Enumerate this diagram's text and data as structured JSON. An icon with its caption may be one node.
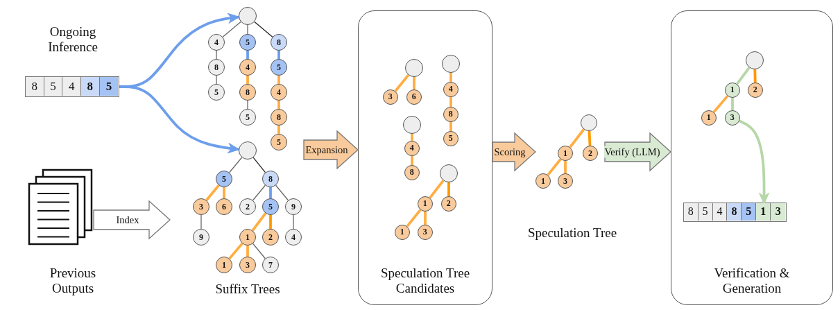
{
  "diagram": {
    "nodes": [
      {
        "text": [],
        "shape": "bar"
      },
      {
        "text": [
          "8"
        ],
        "in": 0
      },
      {
        "text": [
          "5"
        ],
        "in": 0
      },
      {
        "text": [
          "4"
        ],
        "in": 0
      },
      {
        "text": [
          "8"
        ],
        "in": 0
      },
      {
        "text": [
          "5"
        ],
        "in": 0
      },
      {
        "text": [],
        "shape": "box"
      },
      {
        "text": [],
        "shape": "circle"
      },
      {
        "text": [
          "4"
        ]
      },
      {
        "text": [
          "8"
        ]
      },
      {
        "text": [
          "5"
        ]
      },
      {
        "text": [
          "5"
        ]
      },
      {
        "text": [
          "4"
        ]
      },
      {
        "text": [
          "8"
        ]
      },
      {
        "text": [
          "5"
        ]
      },
      {
        "text": [
          "8"
        ]
      },
      {
        "text": [
          "5"
        ]
      },
      {
        "text": [
          "4"
        ]
      },
      {
        "text": [
          "8"
        ]
      },
      {
        "text": [
          "5"
        ]
      },
      {
        "text": [],
        "shape": "circle"
      },
      {
        "text": [
          "5"
        ]
      },
      {
        "text": [
          "3"
        ]
      },
      {
        "text": [
          "9"
        ]
      },
      {
        "text": [
          "6"
        ]
      },
      {
        "text": [
          "8"
        ]
      },
      {
        "text": [
          "2"
        ]
      },
      {
        "text": [
          "5"
        ]
      },
      {
        "text": [
          "1"
        ]
      },
      {
        "text": [
          "1"
        ]
      },
      {
        "text": [
          "3"
        ]
      },
      {
        "text": [
          "7"
        ]
      },
      {
        "text": [
          "2"
        ]
      },
      {
        "text": [
          "9"
        ]
      },
      {
        "text": [
          "4"
        ]
      },
      {
        "text": [
          "Speculation Tree Candidates"
        ]
      },
      {
        "text": [],
        "shape": "circle",
        "in": 35
      },
      {
        "text": [
          "3"
        ],
        "in": 35
      },
      {
        "text": [
          "6"
        ],
        "in": 35
      },
      {
        "text": [],
        "shape": "circle",
        "in": 35
      },
      {
        "text": [
          "4"
        ],
        "in": 35
      },
      {
        "text": [
          "8"
        ],
        "in": 35
      },
      {
        "text": [
          "5"
        ],
        "in": 35
      },
      {
        "text": [],
        "shape": "circle",
        "in": 35
      },
      {
        "text": [
          "4"
        ],
        "in": 35
      },
      {
        "text": [
          "8"
        ],
        "in": 35
      },
      {
        "text": [],
        "shape": "circle",
        "in": 35
      },
      {
        "text": [
          "1"
        ],
        "in": 35
      },
      {
        "text": [
          "2"
        ],
        "in": 35
      },
      {
        "text": [
          "1"
        ],
        "in": 35
      },
      {
        "text": [
          "3"
        ],
        "in": 35
      },
      {
        "text": [],
        "shape": "circle"
      },
      {
        "text": [
          "1"
        ]
      },
      {
        "text": [
          "2"
        ]
      },
      {
        "text": [
          "1"
        ]
      },
      {
        "text": [
          "3"
        ]
      },
      {
        "text": [
          "Verification & Generation"
        ]
      },
      {
        "text": [],
        "shape": "circle",
        "in": 56
      },
      {
        "text": [
          "1"
        ],
        "in": 56
      },
      {
        "text": [
          "2"
        ],
        "in": 56
      },
      {
        "text": [
          "1"
        ],
        "in": 56
      },
      {
        "text": [
          "3"
        ],
        "in": 56
      },
      {
        "text": [],
        "shape": "bar",
        "in": 56
      },
      {
        "text": [
          "8"
        ],
        "in": 62
      },
      {
        "text": [
          "5"
        ],
        "in": 62
      },
      {
        "text": [
          "4"
        ],
        "in": 62
      },
      {
        "text": [
          "8"
        ],
        "in": 62
      },
      {
        "text": [
          "5"
        ],
        "in": 62
      },
      {
        "text": [
          "1"
        ],
        "in": 62
      },
      {
        "text": [
          "3"
        ],
        "in": 62
      }
    ],
    "edges": [
      {
        "from": 0,
        "to": 7,
        "arrow": "to",
        "color": "#6d9eeb"
      },
      {
        "from": 0,
        "to": 20,
        "arrow": "to",
        "color": "#6d9eeb"
      },
      {
        "from": 7,
        "to": 8,
        "arrow": "none",
        "color": "#666666"
      },
      {
        "from": 8,
        "to": 9,
        "arrow": "none",
        "color": "#666666"
      },
      {
        "from": 9,
        "to": 10,
        "arrow": "none",
        "color": "#666666"
      },
      {
        "from": 7,
        "to": 11,
        "arrow": "none",
        "color": "#666666"
      },
      {
        "from": 11,
        "to": 12,
        "arrow": "none",
        "color": "#6d9eeb"
      },
      {
        "from": 12,
        "to": 13,
        "arrow": "none"
      },
      {
        "from": 13,
        "to": 14,
        "arrow": "none",
        "color": "#666666"
      },
      {
        "from": 7,
        "to": 15,
        "arrow": "none",
        "color": "#222222"
      },
      {
        "from": 15,
        "to": 16,
        "arrow": "none",
        "color": "#6d9eeb"
      },
      {
        "from": 16,
        "to": 17,
        "arrow": "none"
      },
      {
        "from": 17,
        "to": 18,
        "arrow": "none"
      },
      {
        "from": 18,
        "to": 19,
        "arrow": "none"
      },
      {
        "from": 20,
        "to": 21,
        "arrow": "none",
        "color": "#666666"
      },
      {
        "from": 21,
        "to": 22,
        "arrow": "none"
      },
      {
        "from": 21,
        "to": 24,
        "arrow": "none"
      },
      {
        "from": 22,
        "to": 23,
        "arrow": "none",
        "color": "#666666"
      },
      {
        "from": 20,
        "to": 25,
        "arrow": "none",
        "color": "#222222"
      },
      {
        "from": 25,
        "to": 26,
        "arrow": "none",
        "color": "#666666"
      },
      {
        "from": 25,
        "to": 27,
        "arrow": "none",
        "color": "#6d9eeb"
      },
      {
        "from": 25,
        "to": 33,
        "arrow": "none",
        "color": "#666666"
      },
      {
        "from": 27,
        "to": 28,
        "arrow": "none"
      },
      {
        "from": 27,
        "to": 32,
        "arrow": "none",
        "color": "#ff9900"
      },
      {
        "from": 28,
        "to": 29,
        "arrow": "none"
      },
      {
        "from": 28,
        "to": 30,
        "arrow": "none"
      },
      {
        "from": 28,
        "to": 31,
        "arrow": "none",
        "color": "#666666"
      },
      {
        "from": 33,
        "to": 34,
        "arrow": "none",
        "color": "#666666"
      },
      {
        "from": 6,
        "to": null,
        "arrow": "to",
        "label": "Index",
        "style": "thick",
        "color": "#ffffff"
      },
      {
        "from": null,
        "to": 35,
        "arrow": "to",
        "label": "Expansion",
        "style": "thick",
        "color": "#f9cb9c"
      },
      {
        "from": 36,
        "to": 37,
        "arrow": "none"
      },
      {
        "from": 36,
        "to": 38,
        "arrow": "none"
      },
      {
        "from": 39,
        "to": 40,
        "arrow": "none"
      },
      {
        "from": 40,
        "to": 41,
        "arrow": "none"
      },
      {
        "from": 41,
        "to": 42,
        "arrow": "none"
      },
      {
        "from": 43,
        "to": 44,
        "arrow": "none"
      },
      {
        "from": 44,
        "to": 45,
        "arrow": "none"
      },
      {
        "from": 46,
        "to": 47,
        "arrow": "none"
      },
      {
        "from": 46,
        "to": 48,
        "arrow": "none",
        "color": "#ff9900"
      },
      {
        "from": 47,
        "to": 49,
        "arrow": "none"
      },
      {
        "from": 47,
        "to": 50,
        "arrow": "none"
      },
      {
        "from": 35,
        "to": null,
        "arrow": "to",
        "label": "Scoring",
        "style": "thick",
        "color": "#f9cb9c"
      },
      {
        "from": 51,
        "to": 52,
        "arrow": "none"
      },
      {
        "from": 51,
        "to": 53,
        "arrow": "none",
        "color": "#ff9900"
      },
      {
        "from": 52,
        "to": 54,
        "arrow": "none"
      },
      {
        "from": 52,
        "to": 55,
        "arrow": "none"
      },
      {
        "from": null,
        "to": 56,
        "arrow": "to",
        "label": "Verify (LLM)",
        "style": "thick",
        "color": "#d9ead3"
      },
      {
        "from": 57,
        "to": 58,
        "arrow": "none",
        "color": "#b6d7a8"
      },
      {
        "from": 57,
        "to": 59,
        "arrow": "none",
        "color": "#ff9900"
      },
      {
        "from": 58,
        "to": 60,
        "arrow": "none"
      },
      {
        "from": 58,
        "to": 61,
        "arrow": "none",
        "color": "#b6d7a8"
      },
      {
        "from": 61,
        "to": 68,
        "arrow": "to",
        "color": "#b6d7a8"
      }
    ],
    "labels": [
      "Ongoing Inference",
      "Previous Outputs",
      "Suffix Trees",
      "Speculation Tree"
    ]
  }
}
